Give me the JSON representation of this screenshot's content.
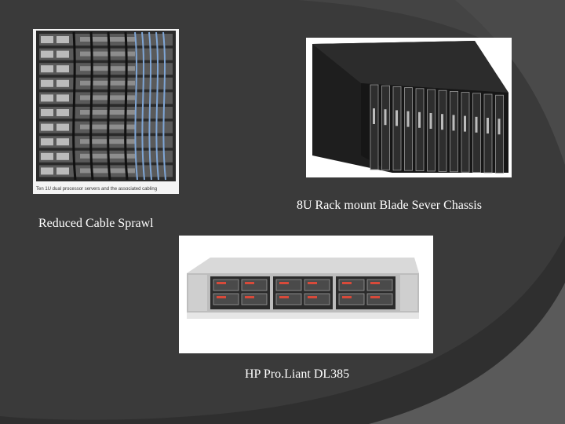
{
  "slide": {
    "captions": {
      "rack_cabling": "Reduced Cable Sprawl",
      "blade_chassis": "8U Rack mount Blade Sever Chassis",
      "proliant": "HP Pro.Liant DL385"
    },
    "images": {
      "rack_cabling": {
        "subject": "rack of 1U servers with blue cabling",
        "inner_caption": "Ten 1U dual processor servers and the associated cabling"
      },
      "blade_chassis": {
        "subject": "8U blade server chassis"
      },
      "proliant": {
        "subject": "HP ProLiant DL385 rack server"
      }
    }
  },
  "colors": {
    "background": "#3a3a3a",
    "swoosh_light": "#4d4d4d",
    "caption_text": "#ffffff",
    "cable_blue": "#7fa6d6"
  }
}
